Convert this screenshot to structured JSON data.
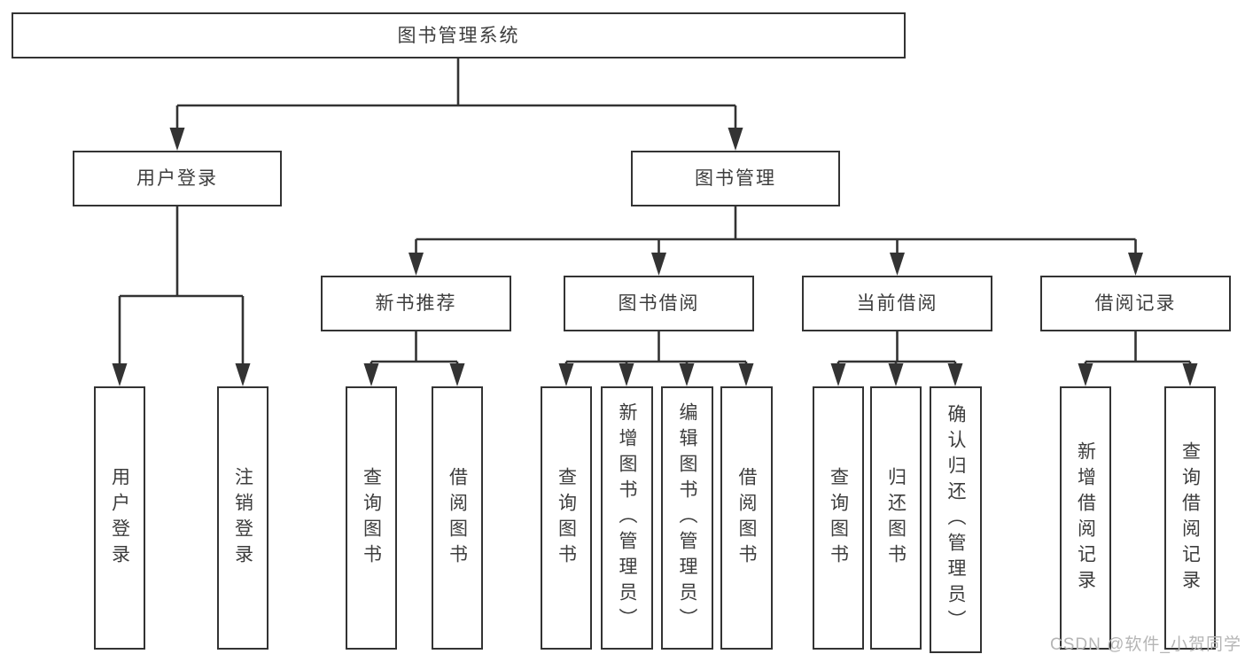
{
  "diagram_type": "hierarchy-tree",
  "colors": {
    "line": "#333333",
    "box_border": "#333333",
    "text": "#3d3d3d",
    "background": "#ffffff",
    "watermark": "#b5b5b5"
  },
  "tree": {
    "label": "图书管理系统",
    "children": [
      {
        "label": "用户登录",
        "children": [
          {
            "label": "用户登录"
          },
          {
            "label": "注销登录"
          }
        ]
      },
      {
        "label": "图书管理",
        "children": [
          {
            "label": "新书推荐",
            "children": [
              {
                "label": "查询图书"
              },
              {
                "label": "借阅图书"
              }
            ]
          },
          {
            "label": "图书借阅",
            "children": [
              {
                "label": "查询图书"
              },
              {
                "label": "新增图书（管理员）"
              },
              {
                "label": "编辑图书（管理员）"
              },
              {
                "label": "借阅图书"
              }
            ]
          },
          {
            "label": "当前借阅",
            "children": [
              {
                "label": "查询图书"
              },
              {
                "label": "归还图书"
              },
              {
                "label": "确认归还（管理员）"
              }
            ]
          },
          {
            "label": "借阅记录",
            "children": [
              {
                "label": "新增借阅记录"
              },
              {
                "label": "查询借阅记录"
              }
            ]
          }
        ]
      }
    ]
  },
  "watermark": {
    "text": "CSDN @软件_小贺同学"
  }
}
